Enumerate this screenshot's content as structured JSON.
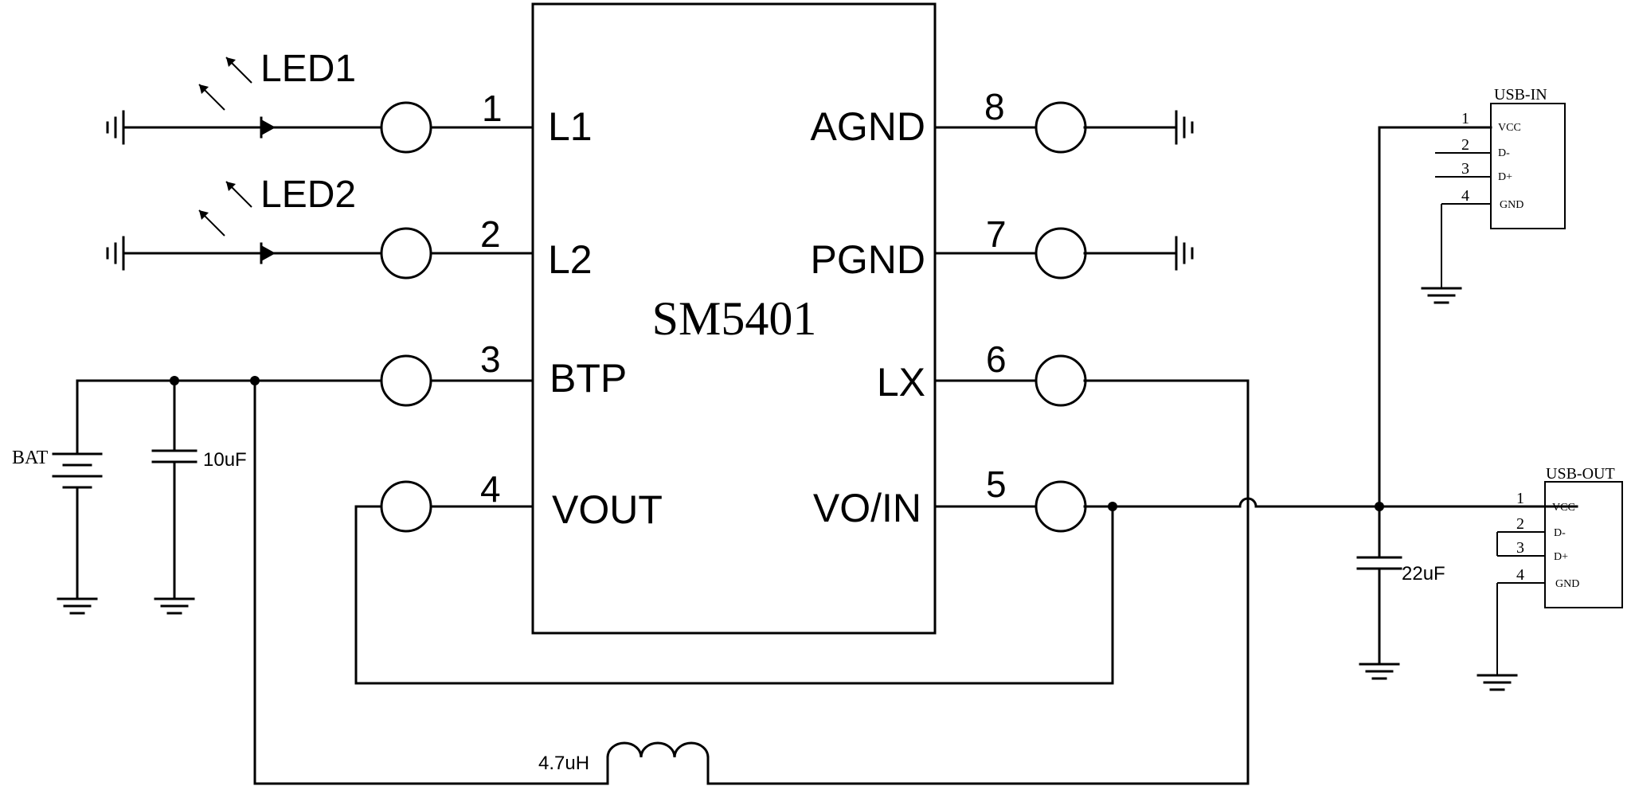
{
  "chip": {
    "name": "SM5401",
    "pins": [
      {
        "num": "1",
        "label": "L1"
      },
      {
        "num": "2",
        "label": "L2"
      },
      {
        "num": "3",
        "label": "BTP"
      },
      {
        "num": "4",
        "label": "VOUT"
      },
      {
        "num": "5",
        "label": "VO/IN"
      },
      {
        "num": "6",
        "label": "LX"
      },
      {
        "num": "7",
        "label": "PGND"
      },
      {
        "num": "8",
        "label": "AGND"
      }
    ]
  },
  "components": {
    "led1": "LED1",
    "led2": "LED2",
    "battery": "BAT",
    "cap_in": "10uF",
    "cap_out": "22uF",
    "inductor": "4.7uH"
  },
  "usb_in": {
    "title": "USB-IN",
    "pins": [
      {
        "num": "1",
        "label": "VCC"
      },
      {
        "num": "2",
        "label": "D-"
      },
      {
        "num": "3",
        "label": "D+"
      },
      {
        "num": "4",
        "label": "GND"
      }
    ]
  },
  "usb_out": {
    "title": "USB-OUT",
    "pins": [
      {
        "num": "1",
        "label": "VCC"
      },
      {
        "num": "2",
        "label": "D-"
      },
      {
        "num": "3",
        "label": "D+"
      },
      {
        "num": "4",
        "label": "GND"
      }
    ]
  }
}
